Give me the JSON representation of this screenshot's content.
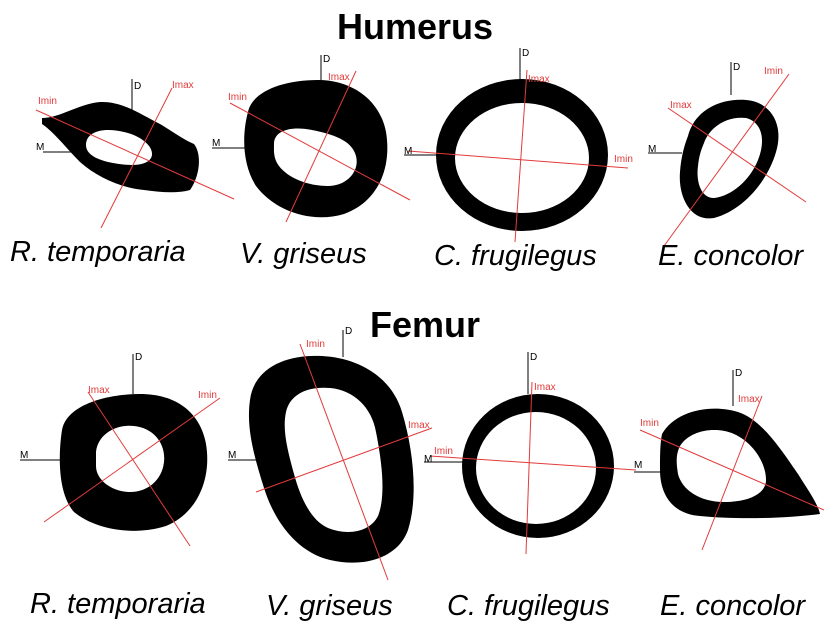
{
  "colors": {
    "bone": "#000000",
    "marrow": "#ffffff",
    "principal_axis": "#e23b3b",
    "anatomical_axis": "#000000"
  },
  "labels": {
    "dorsal": "D",
    "medial": "M",
    "i_max": "Imax",
    "i_min": "Imin"
  },
  "humerus": {
    "title": "Humerus",
    "species": [
      "R. temporaria",
      "V. griseus",
      "C. frugilegus",
      "E. concolor"
    ]
  },
  "femur": {
    "title": "Femur",
    "species": [
      "R. temporaria",
      "V. griseus",
      "C. frugilegus",
      "E. concolor"
    ]
  }
}
